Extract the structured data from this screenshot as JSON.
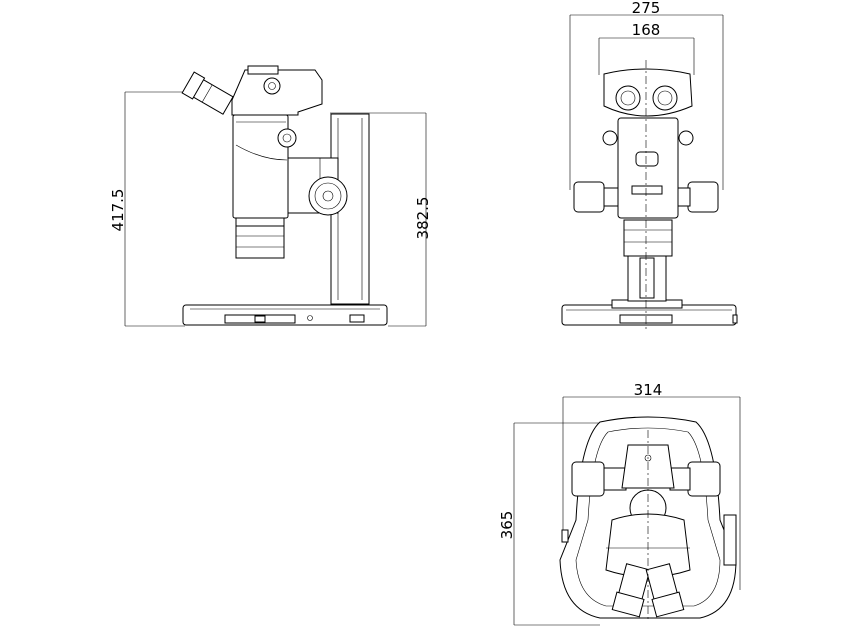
{
  "dimensions": {
    "side_total_height": "417.5",
    "side_stand_height": "382.5",
    "front_total_width": "275",
    "front_inner_width": "168",
    "top_width": "314",
    "top_depth": "365"
  }
}
